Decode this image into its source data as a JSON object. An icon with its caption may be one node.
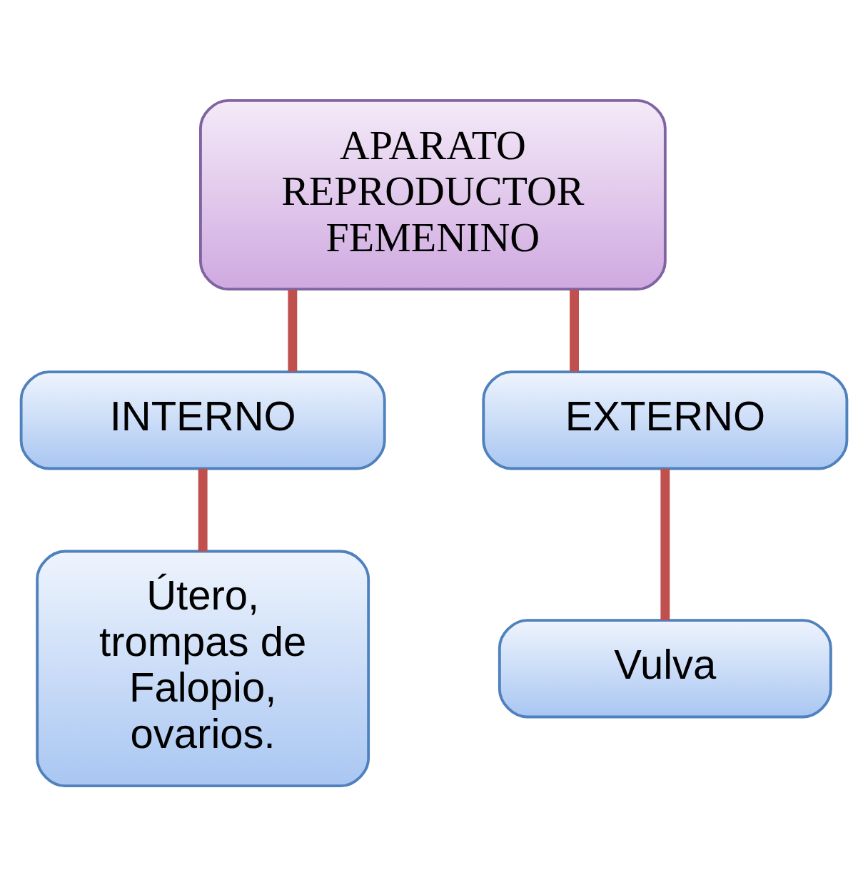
{
  "diagram": {
    "nodes": [
      {
        "text": [
          "APARATO REPRODUCTOR FEMENINO"
        ]
      },
      {
        "text": [
          "INTERNO"
        ]
      },
      {
        "text": [
          "EXTERNO"
        ]
      },
      {
        "text": [
          "Útero, trompas de Falopio, ovarios."
        ]
      },
      {
        "text": [
          "Vulva"
        ]
      }
    ],
    "edges": [
      {
        "from": 0,
        "to": 1,
        "arrow": "none"
      },
      {
        "from": 0,
        "to": 2,
        "arrow": "none"
      },
      {
        "from": 1,
        "to": 3,
        "arrow": "none"
      },
      {
        "from": 2,
        "to": 4,
        "arrow": "none"
      }
    ]
  }
}
